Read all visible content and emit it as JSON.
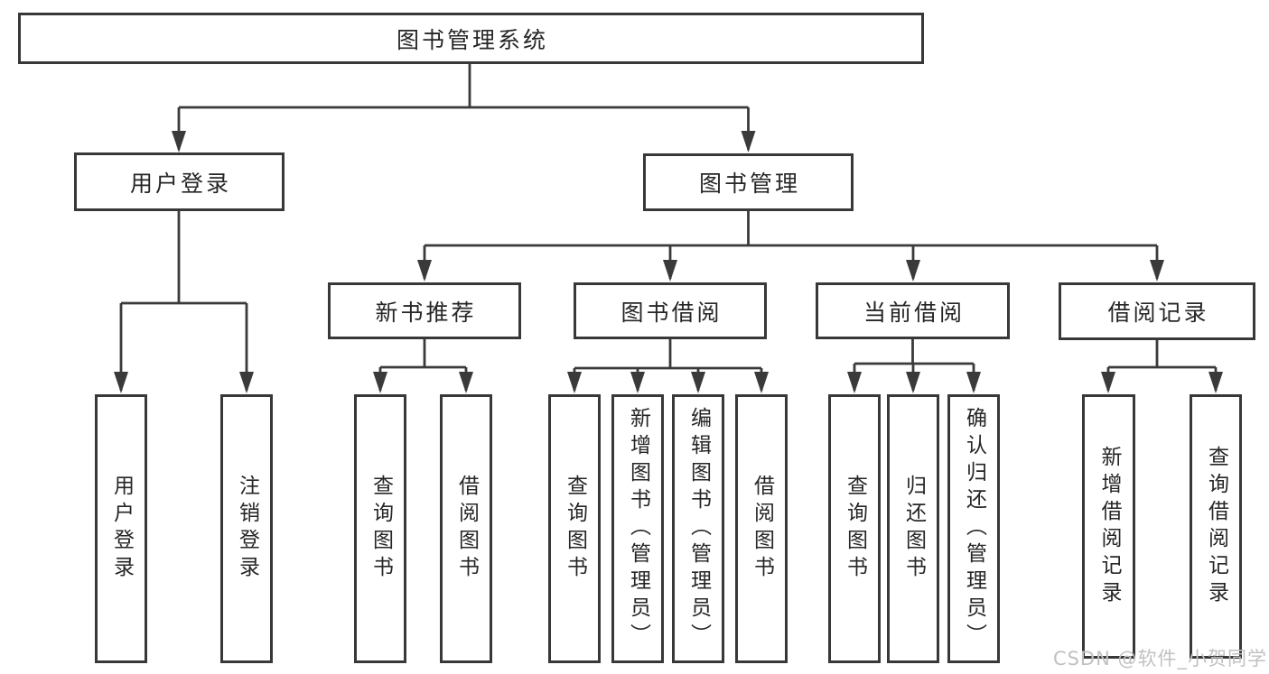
{
  "diagram": {
    "type": "hierarchy-chart",
    "colors": {
      "line": "#3a3a3a",
      "border": "#383838",
      "text": "#262626",
      "background": "#ffffff",
      "watermark": "#c1c1c1"
    }
  },
  "tree": {
    "label": "图书管理系统",
    "children": [
      {
        "label": "用户登录",
        "children": [
          {
            "label": "用户登录"
          },
          {
            "label": "注销登录"
          }
        ]
      },
      {
        "label": "图书管理",
        "children": [
          {
            "label": "新书推荐",
            "children": [
              {
                "label": "查询图书"
              },
              {
                "label": "借阅图书"
              }
            ]
          },
          {
            "label": "图书借阅",
            "children": [
              {
                "label": "查询图书"
              },
              {
                "label": "新增图书（管理员）"
              },
              {
                "label": "编辑图书（管理员）"
              },
              {
                "label": "借阅图书"
              }
            ]
          },
          {
            "label": "当前借阅",
            "children": [
              {
                "label": "查询图书"
              },
              {
                "label": "归还图书"
              },
              {
                "label": "确认归还（管理员）"
              }
            ]
          },
          {
            "label": "借阅记录",
            "children": [
              {
                "label": "新增借阅记录"
              },
              {
                "label": "查询借阅记录"
              }
            ]
          }
        ]
      }
    ]
  },
  "watermark": {
    "text": "CSDN @软件_小贺同学"
  }
}
